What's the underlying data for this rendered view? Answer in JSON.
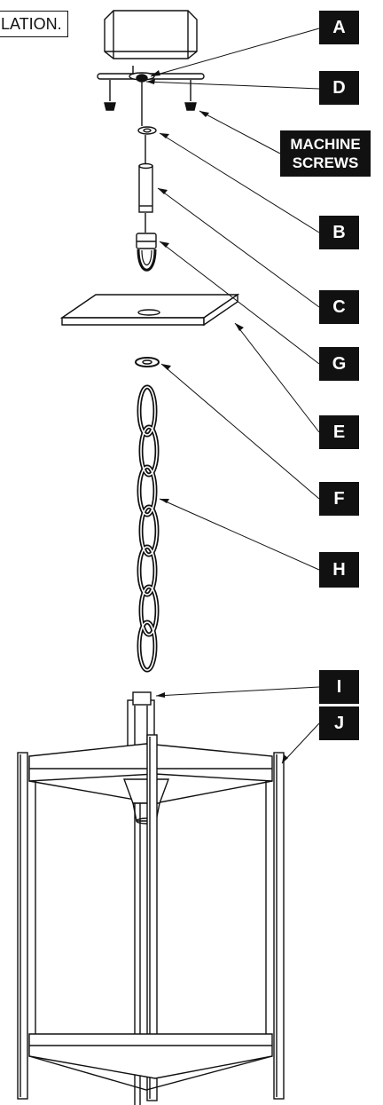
{
  "install_note": "LATION.",
  "labels": {
    "a": "A",
    "b": "B",
    "c": "C",
    "d": "D",
    "e": "E",
    "f": "F",
    "g": "G",
    "h": "H",
    "i": "I",
    "j": "J",
    "machine_screws_1": "MACHINE",
    "machine_screws_2": "SCREWS"
  },
  "colors": {
    "ink": "#111111",
    "label_bg": "#111111",
    "label_text": "#ffffff",
    "paper": "#ffffff"
  }
}
